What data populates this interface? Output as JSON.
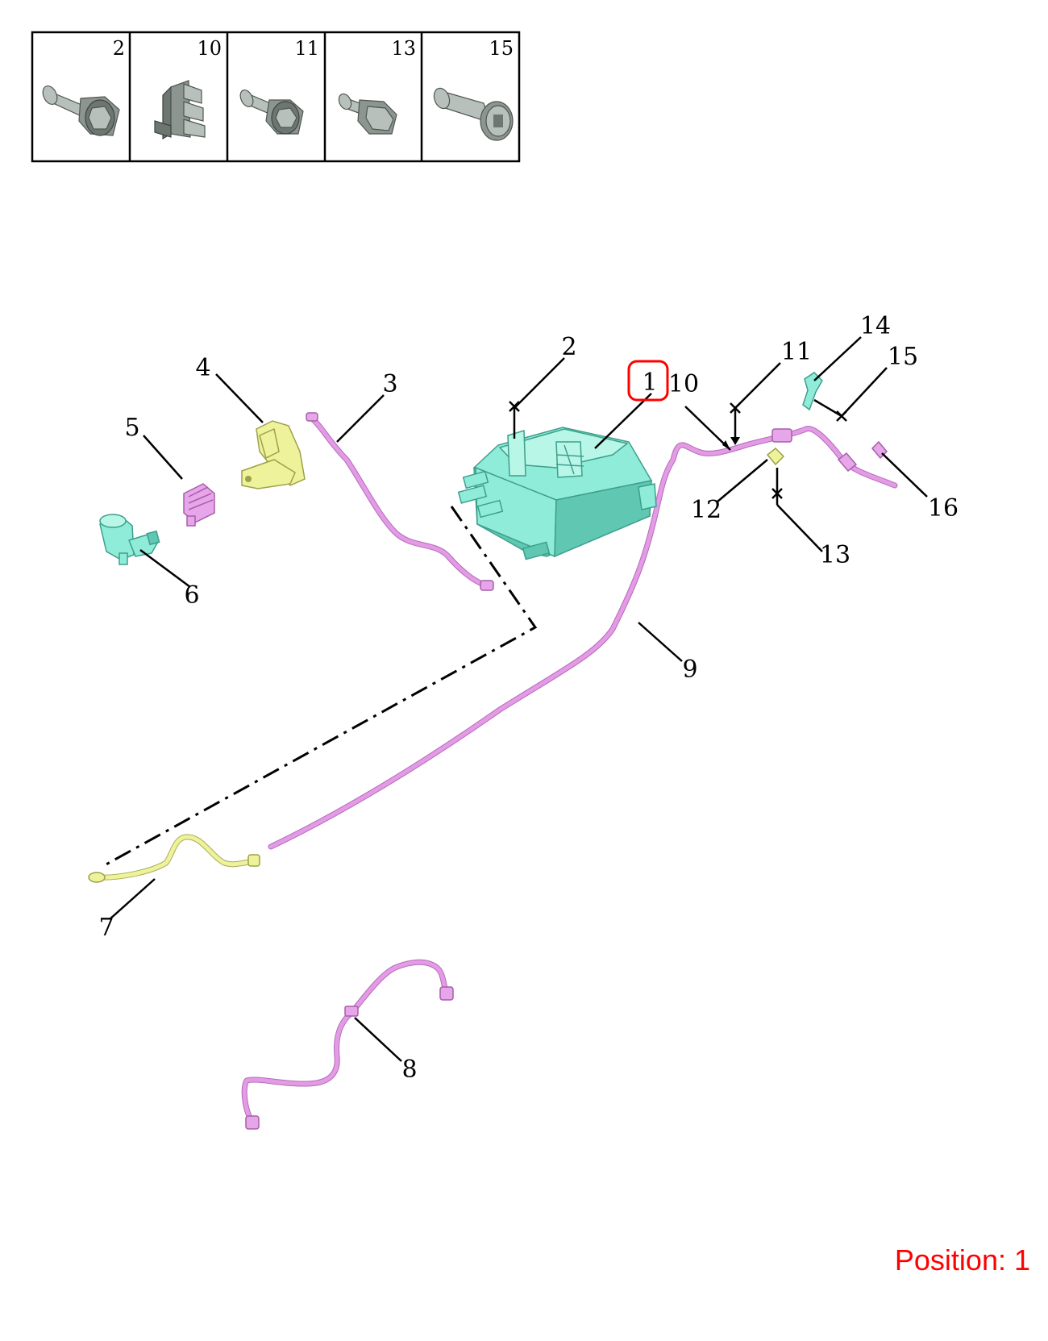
{
  "header_parts": [
    {
      "number": "2",
      "icon": "flange-bolt-icon"
    },
    {
      "number": "10",
      "icon": "clip-icon"
    },
    {
      "number": "11",
      "icon": "flange-bolt-icon"
    },
    {
      "number": "13",
      "icon": "short-bolt-icon"
    },
    {
      "number": "15",
      "icon": "torx-bolt-icon"
    }
  ],
  "callouts": [
    {
      "number": "1",
      "highlighted": true
    },
    {
      "number": "2"
    },
    {
      "number": "3"
    },
    {
      "number": "4"
    },
    {
      "number": "5"
    },
    {
      "number": "6"
    },
    {
      "number": "7"
    },
    {
      "number": "8"
    },
    {
      "number": "9"
    },
    {
      "number": "10"
    },
    {
      "number": "11"
    },
    {
      "number": "12"
    },
    {
      "number": "13"
    },
    {
      "number": "14"
    },
    {
      "number": "15"
    },
    {
      "number": "16"
    }
  ],
  "position_label": "Position: 1",
  "colors": {
    "highlight": "#ff0000",
    "canister": "#8fecd8",
    "hose_pink": "#e39be6",
    "hose_yellow": "#eef29a",
    "bracket_yellow": "#eef29a",
    "hardware_grey": "#8c9590"
  }
}
